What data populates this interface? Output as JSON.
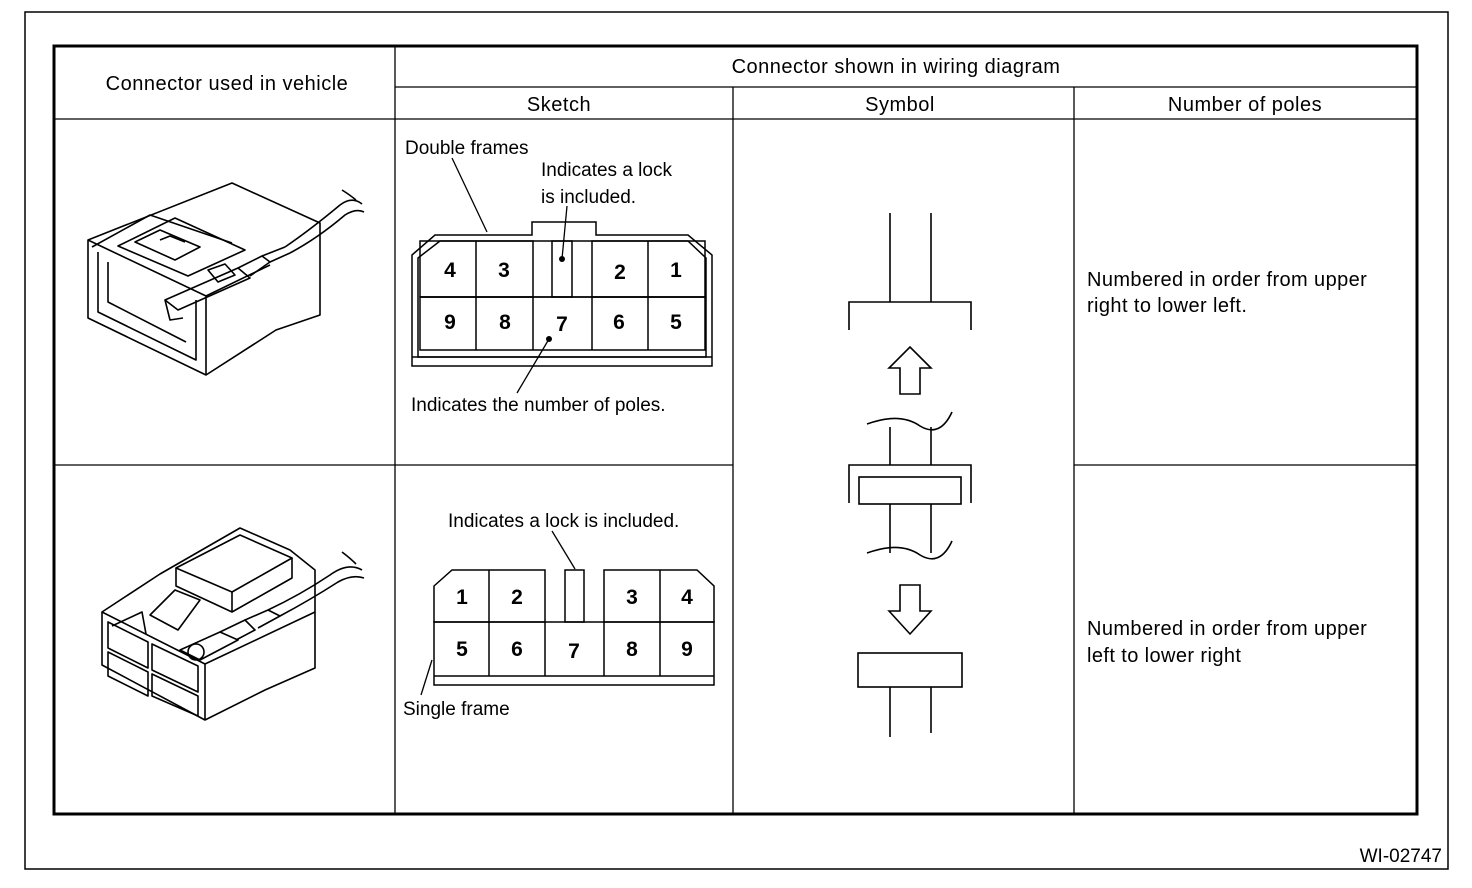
{
  "header": {
    "col_vehicle": "Connector used in  vehicle",
    "col_group": "Connector shown in wiring diagram",
    "col_sketch": "Sketch",
    "col_symbol": "Symbol",
    "col_poles": "Number of poles"
  },
  "row1": {
    "label_double_frames": "Double frames",
    "label_lock_line1": "Indicates a lock",
    "label_lock_line2": "is included.",
    "label_poles": "Indicates the number of poles.",
    "pins_top": [
      "4",
      "3",
      "2",
      "1"
    ],
    "pins_bottom": [
      "9",
      "8",
      "7",
      "6",
      "5"
    ],
    "poles_line1": "Numbered in order from upper",
    "poles_line2": "right to lower left."
  },
  "row2": {
    "label_lock": "Indicates a lock is included.",
    "label_single_frame": "Single frame",
    "pins_top": [
      "1",
      "2",
      "3",
      "4"
    ],
    "pins_bottom": [
      "5",
      "6",
      "7",
      "8",
      "9"
    ],
    "poles_line1": "Numbered in order from upper",
    "poles_line2": "left to lower right"
  },
  "figure_id": "WI-02747"
}
